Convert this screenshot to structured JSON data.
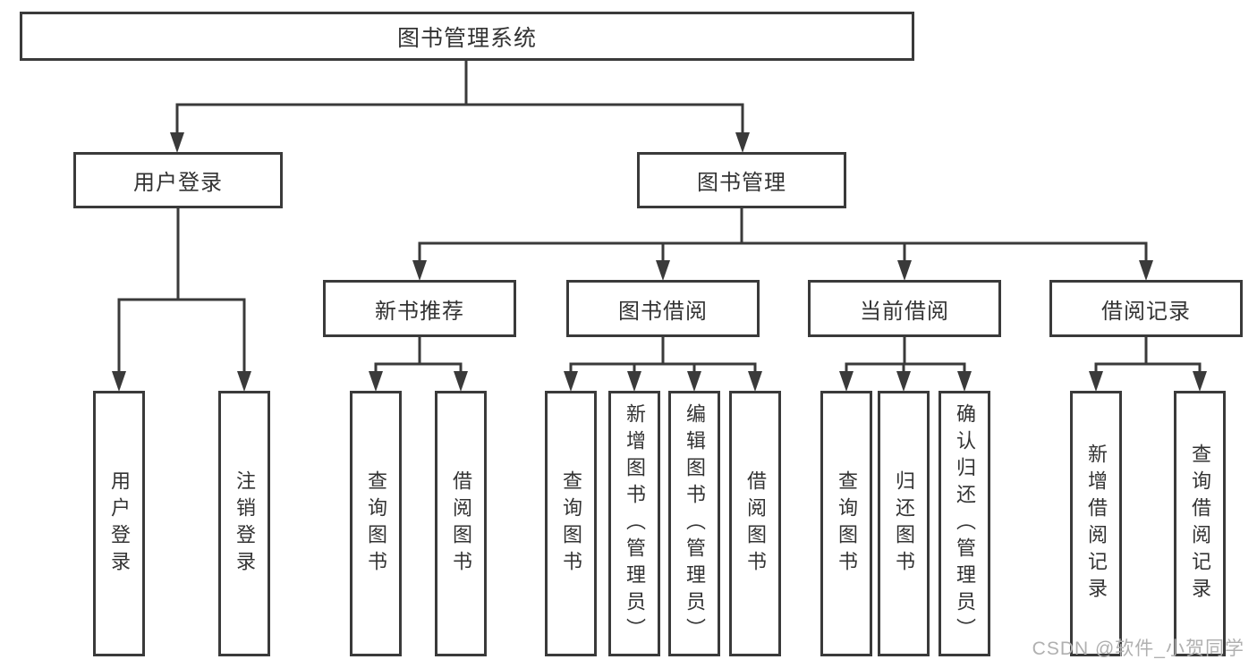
{
  "nodes": {
    "root": {
      "label": "图书管理系统"
    },
    "level2": {
      "user_login": {
        "label": "用户登录"
      },
      "book_management": {
        "label": "图书管理"
      }
    },
    "level3": {
      "new_book_recommend": {
        "label": "新书推荐"
      },
      "book_borrow": {
        "label": "图书借阅"
      },
      "current_borrow": {
        "label": "当前借阅"
      },
      "borrow_record": {
        "label": "借阅记录"
      }
    },
    "leaves": {
      "user_login": {
        "label": "用户登录"
      },
      "logout": {
        "label": "注销登录"
      },
      "nb_query_book": {
        "label": "查询图书"
      },
      "nb_borrow_book": {
        "label": "借阅图书"
      },
      "bb_query_book": {
        "label": "查询图书"
      },
      "bb_add_book": {
        "label": "新增图书（管理员）"
      },
      "bb_edit_book": {
        "label": "编辑图书（管理员）"
      },
      "bb_borrow_book": {
        "label": "借阅图书"
      },
      "cb_query_book": {
        "label": "查询图书"
      },
      "cb_return_book": {
        "label": "归还图书"
      },
      "cb_confirm_return": {
        "label": "确认归还（管理员）"
      },
      "br_add_record": {
        "label": "新增借阅记录"
      },
      "br_query_record": {
        "label": "查询借阅记录"
      }
    }
  },
  "watermark": {
    "text": "CSDN @软件_小贺同学"
  },
  "colors": {
    "line": "#3a3a3a",
    "text": "#333333",
    "background": "#ffffff",
    "watermark": "#b0b0b0"
  }
}
